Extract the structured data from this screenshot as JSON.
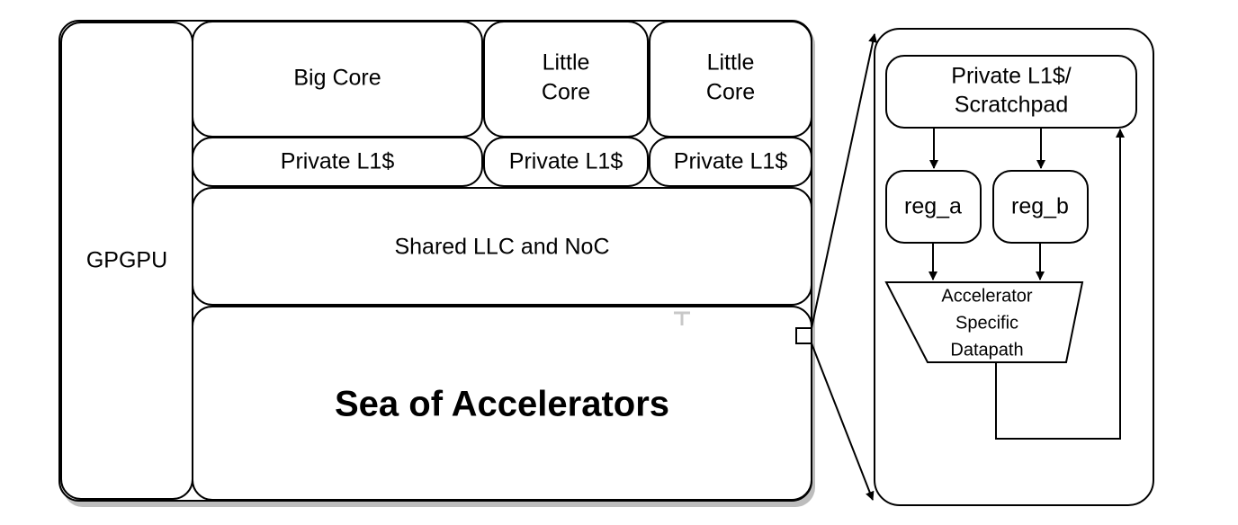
{
  "soc": {
    "gpgpu": "GPGPU",
    "big_core": "Big Core",
    "little_core_1": [
      "Little",
      "Core"
    ],
    "little_core_2": [
      "Little",
      "Core"
    ],
    "private_l1_big": "Private L1$",
    "private_l1_little_1": "Private L1$",
    "private_l1_little_2": "Private L1$",
    "shared_llc": "Shared LLC and NoC",
    "sea_of_accelerators": "Sea of Accelerators"
  },
  "accelerator_detail": {
    "scratchpad": [
      "Private L1$/",
      "Scratchpad"
    ],
    "reg_a": "reg_a",
    "reg_b": "reg_b",
    "datapath": [
      "Accelerator",
      "Specific",
      "Datapath"
    ]
  },
  "colors": {
    "stroke": "#000000",
    "fill": "#ffffff",
    "shadow": "#b0b0b0"
  }
}
